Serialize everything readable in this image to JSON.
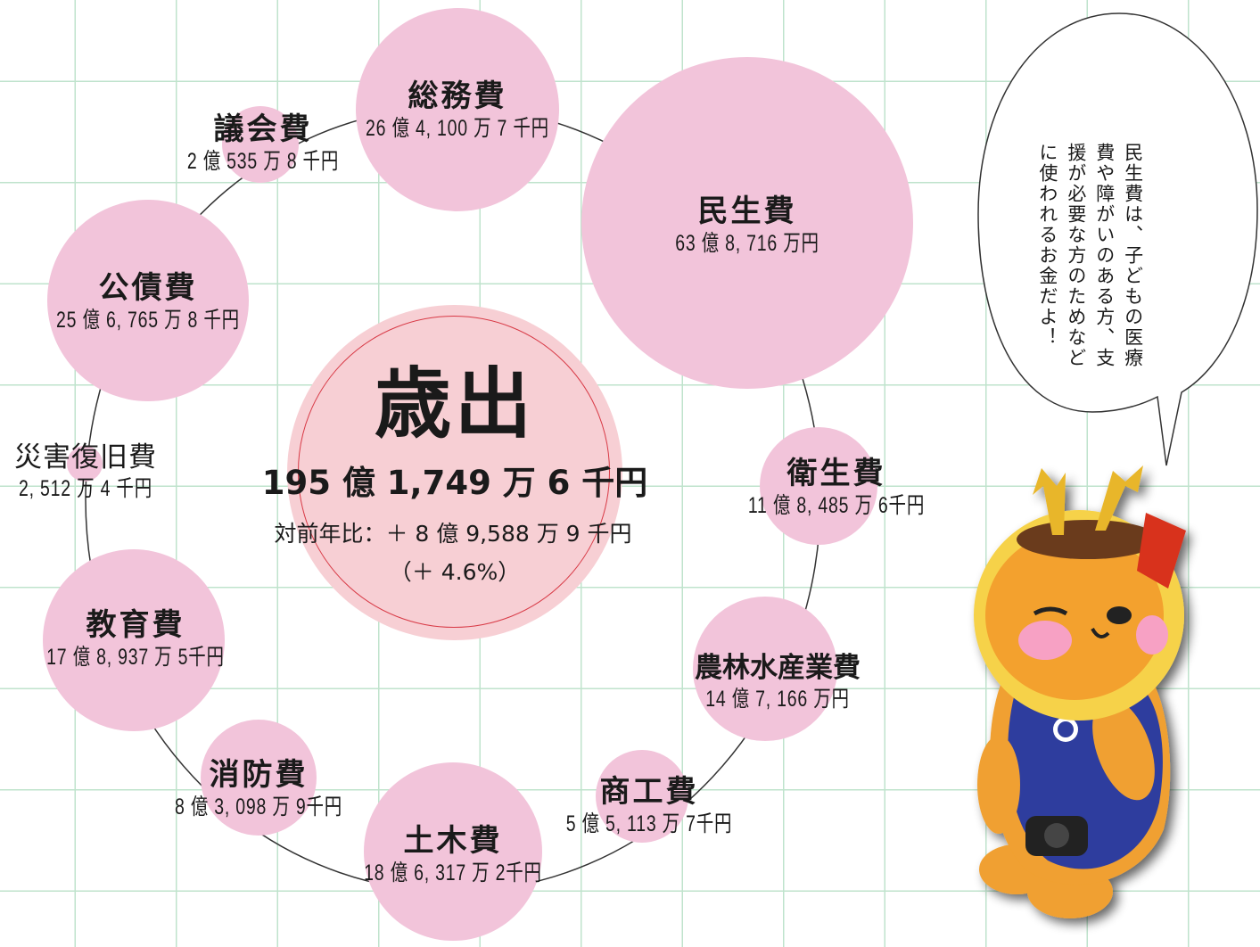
{
  "center": {
    "title": "歳出",
    "total": "195 億 1,749 万 6 千円",
    "yoy": "対前年比：＋ 8 億 9,588 万 9 千円",
    "pct": "（＋ 4.6%）"
  },
  "items": [
    {
      "name": "総務費",
      "amount": "26 億 4, 100 万 7 千円"
    },
    {
      "name": "民生費",
      "amount": "63 億 8, 716 万円"
    },
    {
      "name": "衛生費",
      "amount": "11 億 8, 485 万 6千円"
    },
    {
      "name": "農林水産業費",
      "amount": "14 億 7, 166 万円"
    },
    {
      "name": "商工費",
      "amount": "5 億 5, 113 万 7千円"
    },
    {
      "name": "土木費",
      "amount": "18 億 6, 317 万 2千円"
    },
    {
      "name": "消防費",
      "amount": "8 億 3, 098 万 9千円"
    },
    {
      "name": "教育費",
      "amount": "17 億 8, 937 万 5千円"
    },
    {
      "name": "災害復旧費",
      "amount": "2, 512 万 4 千円"
    },
    {
      "name": "公債費",
      "amount": "25 億 6, 765 万 8 千円"
    },
    {
      "name": "議会費",
      "amount": "2 億 535 万 8 千円"
    }
  ],
  "speech": {
    "text": "民生費は、子どもの医療\n費や障がいのある方、支\n援が必要な方のためなど\nに使われるお金だよ！"
  },
  "colors": {
    "bubble": "#f2c4da",
    "center_fill": "#f7cfd4",
    "center_ring": "#d83a46",
    "grid": "#bfe3cc"
  },
  "mascot": {
    "icon": "lion-mascot-icon"
  }
}
